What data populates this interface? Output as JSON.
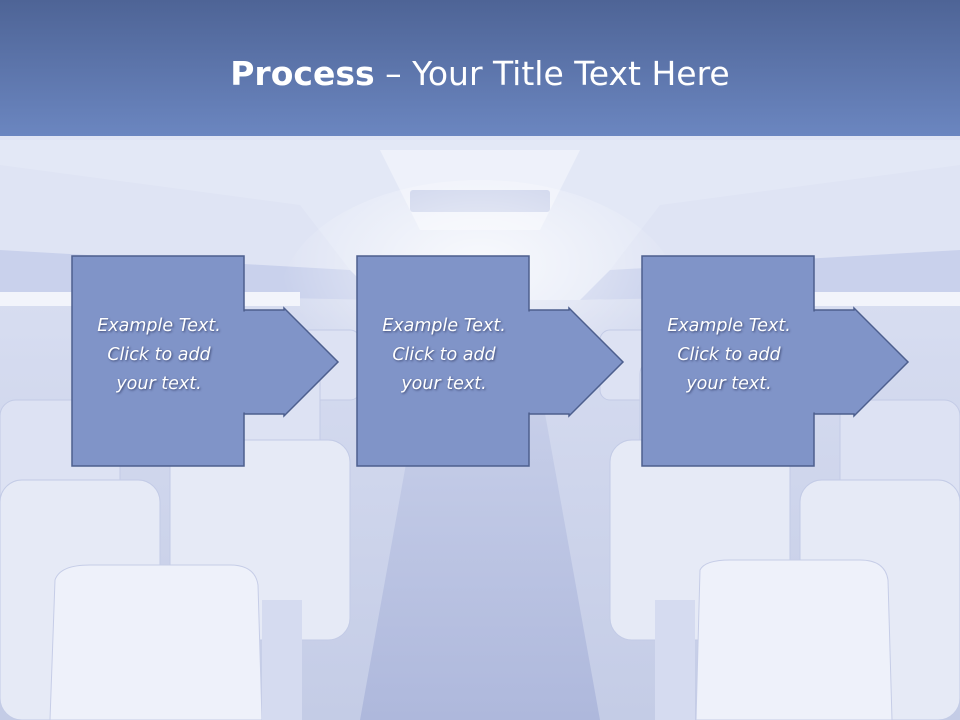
{
  "slide": {
    "title_bold": "Process",
    "title_rest": " – Your Title Text Here"
  },
  "steps": [
    {
      "line1": "Example Text.",
      "line2": "Click  to add",
      "line3": "your text."
    },
    {
      "line1": "Example Text.",
      "line2": "Click  to add",
      "line3": "your text."
    },
    {
      "line1": "Example Text.",
      "line2": "Click  to add",
      "line3": "your text."
    }
  ],
  "colors": {
    "header_top": "#4e6496",
    "header_bottom": "#6b86c0",
    "box_fill": "#8094c8",
    "box_border": "#4d5f8e",
    "text": "#ffffff"
  }
}
